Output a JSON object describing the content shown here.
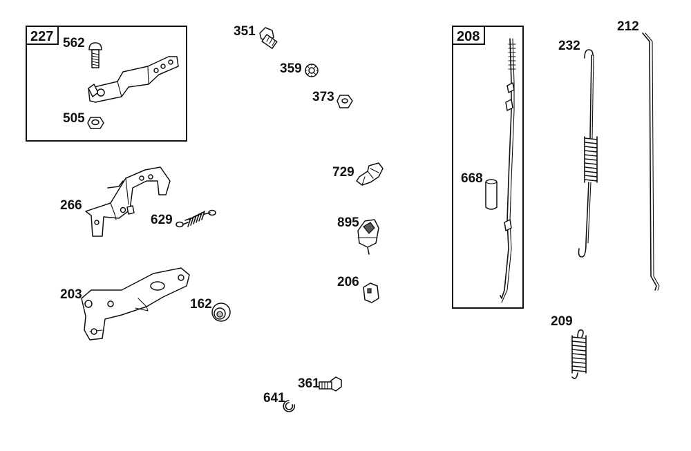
{
  "groups": [
    {
      "id": "227",
      "contains": [
        "562",
        "505"
      ]
    },
    {
      "id": "208",
      "contains": [
        "668"
      ]
    }
  ],
  "parts": {
    "p227": "227",
    "p562": "562",
    "p505": "505",
    "p266": "266",
    "p629": "629",
    "p203": "203",
    "p162": "162",
    "p351": "351",
    "p359": "359",
    "p373": "373",
    "p729": "729",
    "p895": "895",
    "p206": "206",
    "p361": "361",
    "p641": "641",
    "p208": "208",
    "p668": "668",
    "p232": "232",
    "p212": "212",
    "p209": "209"
  }
}
